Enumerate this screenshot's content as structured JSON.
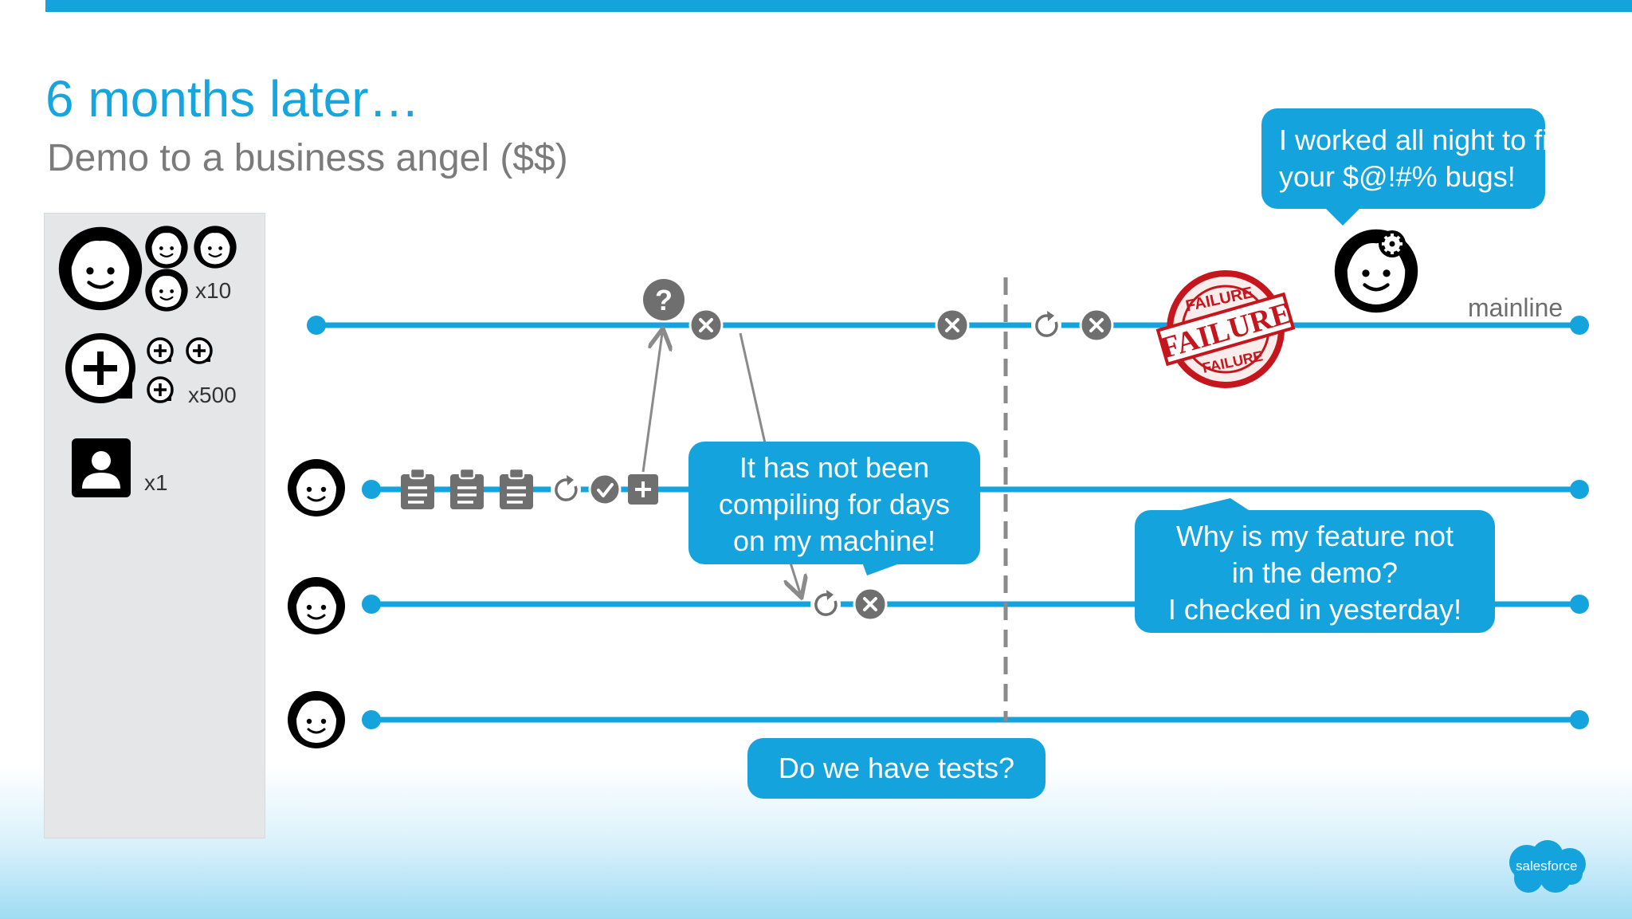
{
  "slide": {
    "title": "6 months later…",
    "subtitle": "Demo to a business angel ($$)"
  },
  "legend": {
    "developers_count": "x10",
    "commits_count": "x500",
    "managers_count": "x1"
  },
  "diagram": {
    "mainline_label": "mainline",
    "stamp_text": "FAILURE",
    "question_mark": "?"
  },
  "bubbles": {
    "admin_quote_line1": "I worked all night to fix",
    "admin_quote_line2": "your $@!#% bugs!",
    "compiling_line1": "It has not been",
    "compiling_line2": "compiling for days",
    "compiling_line3": "on my machine!",
    "feature_line1": "Why is my feature not",
    "feature_line2": "in the demo?",
    "feature_line3": "I checked in yesterday!",
    "tests_question": "Do we have tests?"
  },
  "branding": {
    "logo_text": "salesforce"
  },
  "colors": {
    "accent": "#14a3dc",
    "title_blue": "#16a5dc",
    "subtitle_gray": "#7b7b7b",
    "icon_gray": "#6f6f6f",
    "stamp_red": "#c4161c"
  }
}
